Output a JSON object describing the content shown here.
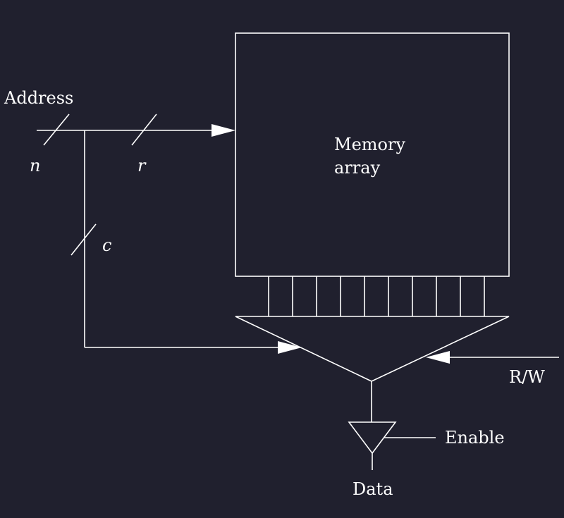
{
  "diagram": {
    "address_label": "Address",
    "memory_label_line1": "Memory",
    "memory_label_line2": "array",
    "bus_n": "n",
    "bus_r": "r",
    "bus_c": "c",
    "rw_label": "R/W",
    "enable_label": "Enable",
    "data_label": "Data"
  },
  "colors": {
    "background": "#20202e",
    "foreground": "#ffffff"
  }
}
